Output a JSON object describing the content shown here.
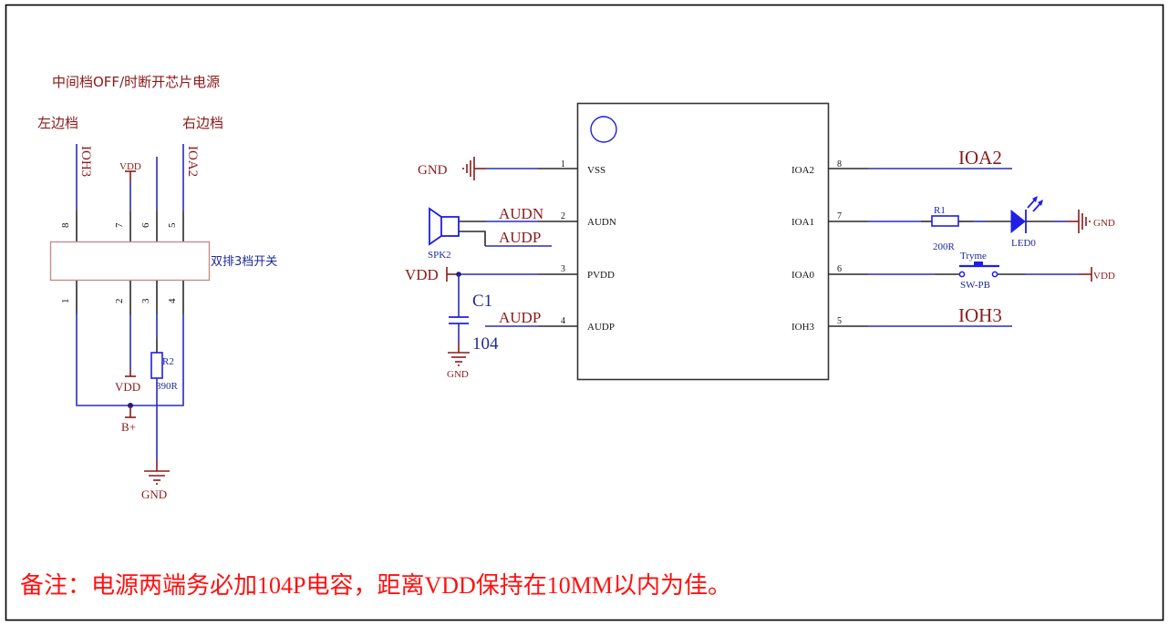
{
  "schematic": {
    "switch_section": {
      "title": "中间档OFF/时断开芯片电源",
      "left_label": "左边档",
      "right_label": "右边档",
      "net_ioh3": "IOH3",
      "net_ioa2": "IOA2",
      "vdd_top": "VDD",
      "vdd_bottom": "VDD",
      "part_label": "双排3档开关",
      "pins_top": [
        "8",
        "7",
        "6",
        "5"
      ],
      "pins_bottom": [
        "1",
        "2",
        "3",
        "4"
      ],
      "r2_ref": "R2",
      "r2_value": "390R",
      "battery_plus": "B+",
      "gnd": "GND"
    },
    "chip": {
      "left_pins": [
        {
          "num": "1",
          "name": "VSS"
        },
        {
          "num": "2",
          "name": "AUDN"
        },
        {
          "num": "3",
          "name": "PVDD"
        },
        {
          "num": "4",
          "name": "AUDP"
        }
      ],
      "right_pins": [
        {
          "num": "8",
          "name": "IOA2"
        },
        {
          "num": "7",
          "name": "IOA1"
        },
        {
          "num": "6",
          "name": "IOA0"
        },
        {
          "num": "5",
          "name": "IOH3"
        }
      ]
    },
    "left_circuit": {
      "gnd_label": "GND",
      "speaker_ref": "SPK2",
      "net_audn": "AUDN",
      "net_audp_speaker": "AUDP",
      "vdd_label": "VDD",
      "cap_ref": "C1",
      "cap_value": "104",
      "net_audp_pin4": "AUDP",
      "cap_gnd": "GND"
    },
    "right_circuit": {
      "net_ioa2": "IOA2",
      "r1_ref": "R1",
      "r1_value": "200R",
      "led_ref": "LED0",
      "gnd_label": "GND",
      "switch_name": "Tryme",
      "switch_ref": "SW-PB",
      "vdd_label": "VDD",
      "net_ioh3": "IOH3"
    },
    "note": "备注：电源两端务必加104P电容，距离VDD保持在10MM以内为佳。"
  },
  "colors": {
    "net_label": "#8b1a1a",
    "wire": "#2b2bb8",
    "symbol": "#1e1ee6",
    "note": "#ff1010"
  }
}
